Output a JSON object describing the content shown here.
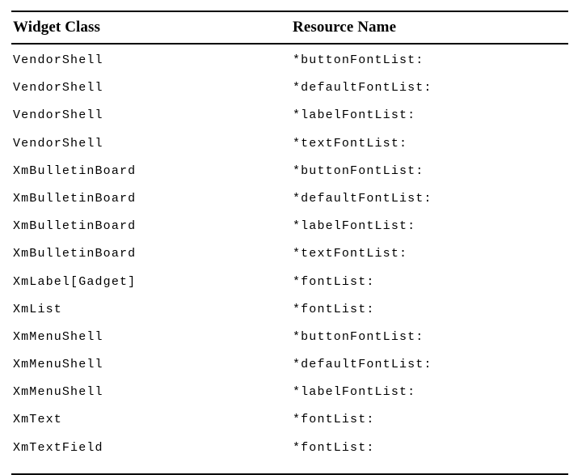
{
  "table": {
    "columns": [
      {
        "key": "widget_class",
        "header": "Widget Class"
      },
      {
        "key": "resource_name",
        "header": "Resource Name"
      }
    ],
    "rows": [
      {
        "widget_class": "VendorShell",
        "resource_name": "*buttonFontList:"
      },
      {
        "widget_class": "VendorShell",
        "resource_name": "*defaultFontList:"
      },
      {
        "widget_class": "VendorShell",
        "resource_name": "*labelFontList:"
      },
      {
        "widget_class": "VendorShell",
        "resource_name": "*textFontList:"
      },
      {
        "widget_class": "XmBulletinBoard",
        "resource_name": "*buttonFontList:"
      },
      {
        "widget_class": "XmBulletinBoard",
        "resource_name": "*defaultFontList:"
      },
      {
        "widget_class": "XmBulletinBoard",
        "resource_name": "*labelFontList:"
      },
      {
        "widget_class": "XmBulletinBoard",
        "resource_name": "*textFontList:"
      },
      {
        "widget_class": "XmLabel[Gadget]",
        "resource_name": "*fontList:"
      },
      {
        "widget_class": "XmList",
        "resource_name": "*fontList:"
      },
      {
        "widget_class": "XmMenuShell",
        "resource_name": "*buttonFontList:"
      },
      {
        "widget_class": "XmMenuShell",
        "resource_name": "*defaultFontList:"
      },
      {
        "widget_class": "XmMenuShell",
        "resource_name": "*labelFontList:"
      },
      {
        "widget_class": "XmText",
        "resource_name": "*fontList:"
      },
      {
        "widget_class": "XmTextField",
        "resource_name": "*fontList:"
      }
    ]
  },
  "style": {
    "rule_color": "#000000",
    "text_color": "#000000",
    "background": "#ffffff"
  }
}
